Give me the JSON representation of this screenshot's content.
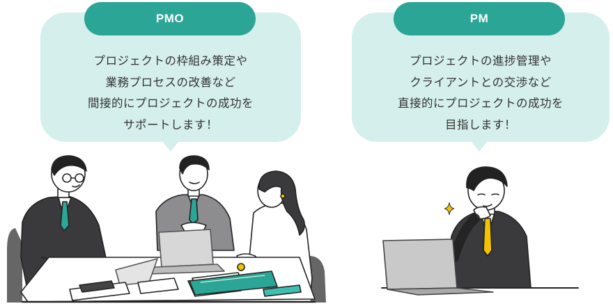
{
  "panels": [
    {
      "label": "PMO",
      "lines": [
        "プロジェクトの枠組み策定や",
        "業務プロセスの改善など",
        "間接的にプロジェクトの成功を",
        "サポートします！"
      ]
    },
    {
      "label": "PM",
      "lines": [
        "プロジェクトの進捗管理や",
        "クライアントとの交渉など",
        "直接的にプロジェクトの成功を",
        "目指します！"
      ]
    }
  ],
  "colors": {
    "bubble": "#d4efec",
    "pill": "#2ba596",
    "text": "#333333",
    "accent_teal": "#2ba596",
    "accent_yellow": "#f3c300"
  },
  "icons": [
    "sparkle-icon"
  ]
}
